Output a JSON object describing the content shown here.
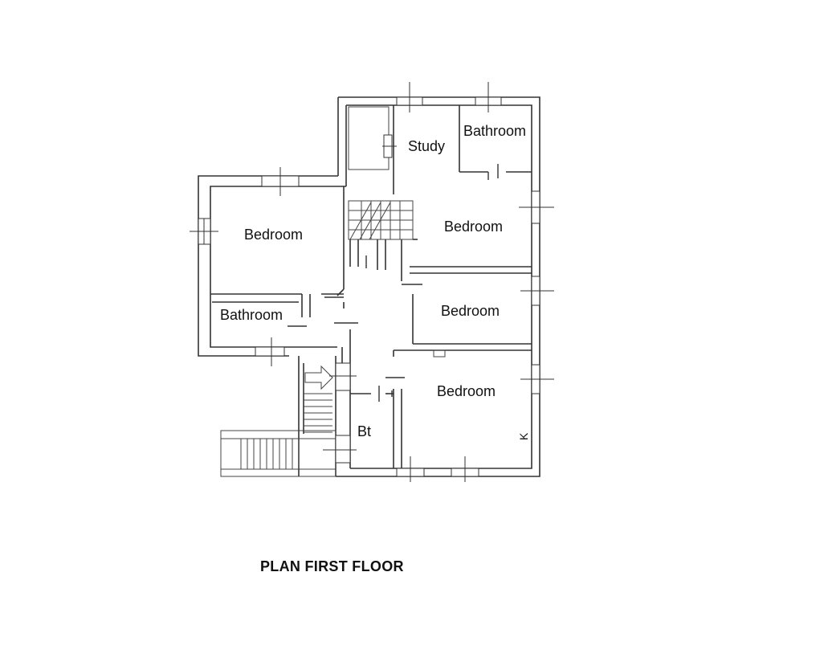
{
  "plan": {
    "caption": "PLAN FIRST FLOOR",
    "rooms": {
      "study": "Study",
      "bathroom_top": "Bathroom",
      "bedroom_left": "Bedroom",
      "bedroom_right_top": "Bedroom",
      "bathroom_left": "Bathroom",
      "bedroom_right_mid": "Bedroom",
      "bedroom_right_bottom": "Bedroom",
      "bt": "Bt",
      "k_mark": "K"
    }
  }
}
